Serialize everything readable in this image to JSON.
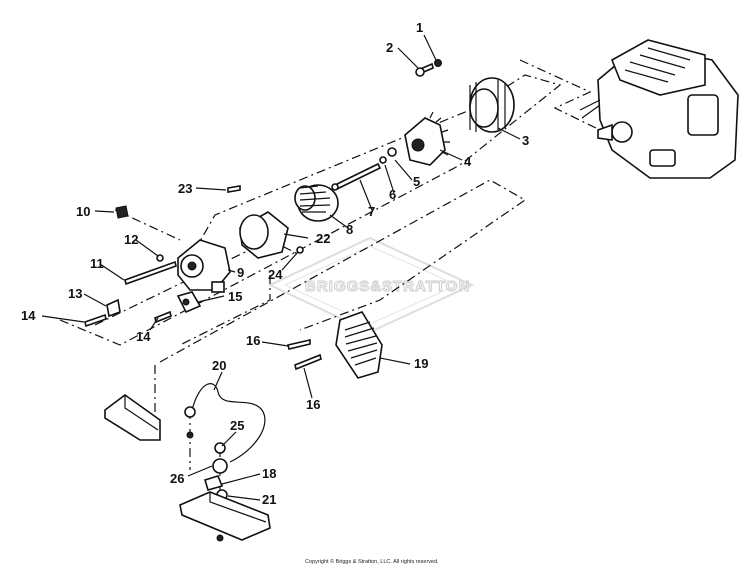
{
  "watermark": {
    "brand": "BRIGGS&STRATTON"
  },
  "copyright": "Copyright © Briggs & Stratton, LLC. All rights reserved.",
  "callouts": [
    "1",
    "2",
    "3",
    "4",
    "5",
    "6",
    "7",
    "8",
    "9",
    "10",
    "11",
    "12",
    "13",
    "14",
    "14",
    "15",
    "16",
    "16",
    "18",
    "19",
    "20",
    "21",
    "22",
    "23",
    "24",
    "25",
    "26"
  ]
}
